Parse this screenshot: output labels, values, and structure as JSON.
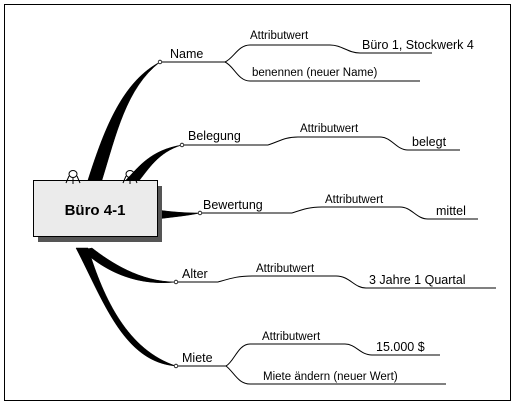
{
  "central_node": {
    "label": "Büro 4-1"
  },
  "branches": {
    "name": {
      "label": "Name",
      "attribute_label": "Attributwert",
      "attribute_value": "Büro 1, Stockwerk 4",
      "action": "benennen (neuer Name)"
    },
    "belegung": {
      "label": "Belegung",
      "attribute_label": "Attributwert",
      "attribute_value": "belegt"
    },
    "bewertung": {
      "label": "Bewertung",
      "attribute_label": "Attributwert",
      "attribute_value": "mittel"
    },
    "alter": {
      "label": "Alter",
      "attribute_label": "Attributwert",
      "attribute_value": "3 Jahre 1 Quartal"
    },
    "miete": {
      "label": "Miete",
      "attribute_label": "Attributwert",
      "attribute_value": "15.000 $",
      "action": "Miete ändern (neuer Wert)"
    }
  }
}
